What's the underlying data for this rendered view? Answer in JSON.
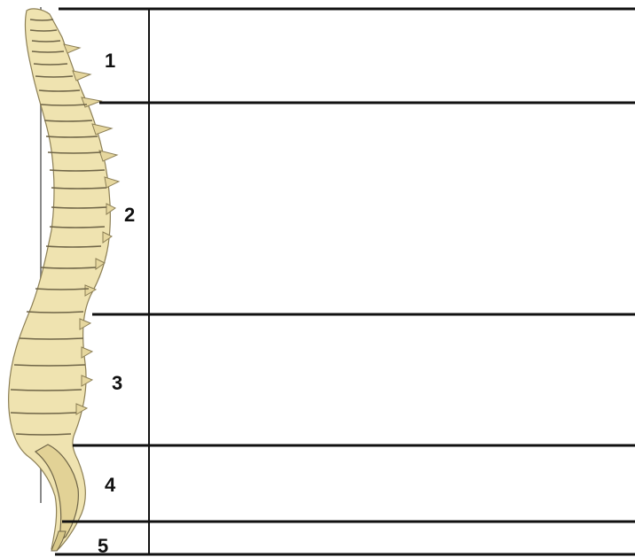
{
  "regions": [
    {
      "label": "1"
    },
    {
      "label": "2"
    },
    {
      "label": "3"
    },
    {
      "label": "4"
    },
    {
      "label": "5"
    }
  ],
  "colors": {
    "bone": "#efe3b0",
    "bone_shadow": "#b9ab78",
    "line": "#111111",
    "axis": "#8a8a8a"
  },
  "icons": {
    "spine": "spine-illustration-icon"
  }
}
